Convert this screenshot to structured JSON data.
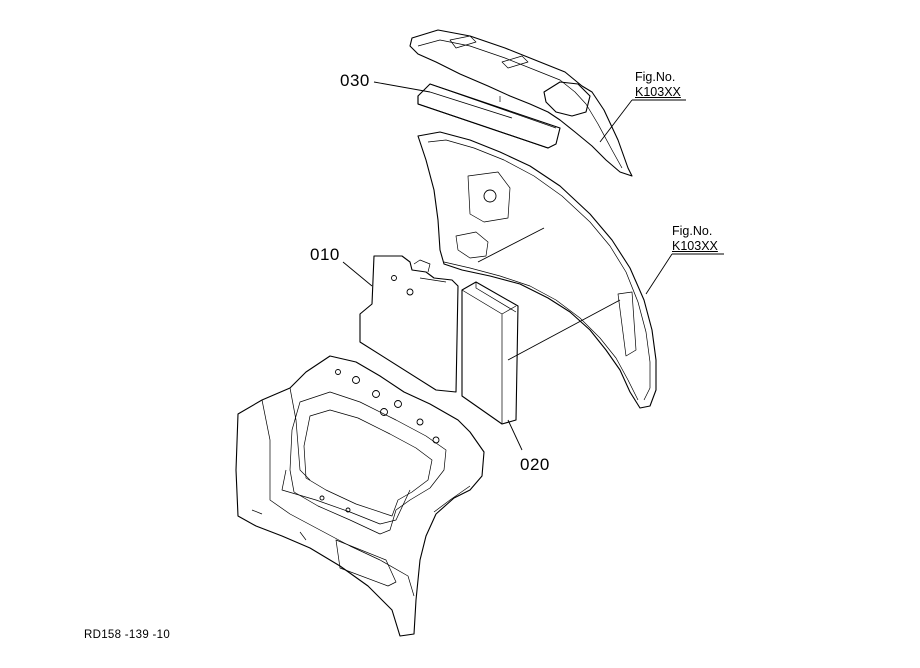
{
  "callouts": {
    "part_010": "010",
    "part_020": "020",
    "part_030": "030"
  },
  "figure_refs": {
    "upper": {
      "label": "Fig.No.",
      "number": "K103XX"
    },
    "lower": {
      "label": "Fig.No.",
      "number": "K103XX"
    }
  },
  "footer": {
    "drawing_code": "RD158 -139 -10"
  }
}
